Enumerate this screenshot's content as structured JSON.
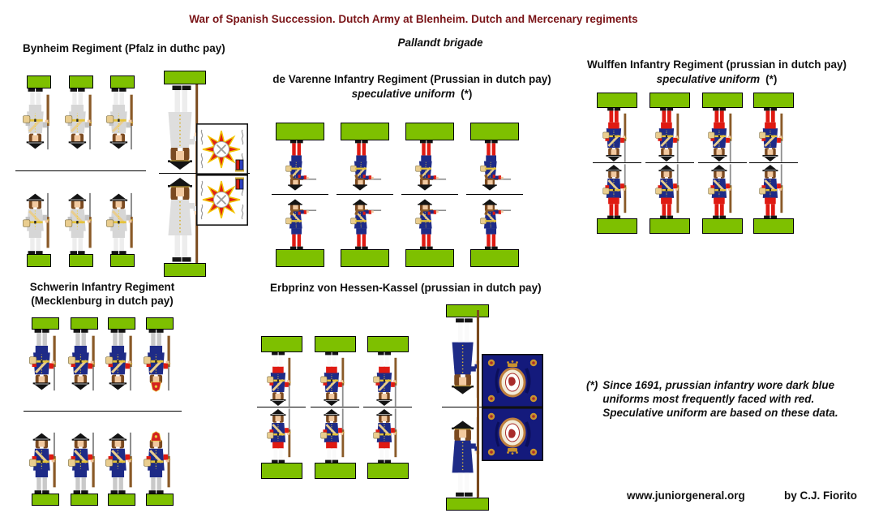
{
  "header": {
    "title": "War of Spanish Succession. Dutch Army at Blenheim. Dutch and Mercenary regiments",
    "title_color": "#7A1518",
    "subtitle": "Pallandt brigade"
  },
  "regiments": {
    "bynheim": {
      "name": "Bynheim Regiment (Pfalz in duthc pay)",
      "figure_count": 4,
      "has_flag_bearer": true,
      "colors": {
        "coat": "#D6D6D6",
        "facing": "#C4C4C4",
        "breeches": "#D6D6D6",
        "stockings": "#EDEDED",
        "bag": "#E9CD8F",
        "officer_coat": "#DEDEDE",
        "officer_stockings": "#EDEDED"
      }
    },
    "devarenne": {
      "name": "de Varenne Infantry Regiment (Prussian in dutch pay)",
      "note": "speculative uniform",
      "note_mark": "(*)",
      "figure_count": 4,
      "pose": "firing",
      "colors": {
        "coat": "#1E2B87",
        "facing": "#DF1A12",
        "breeches": "#1E2B87",
        "stockings": "#DF1A12",
        "bag": "#E9CD8F"
      }
    },
    "wulffen": {
      "name": "Wulffen Infantry Regiment (prussian in dutch pay)",
      "note": "speculative uniform",
      "note_mark": "(*)",
      "figure_count": 4,
      "colors": {
        "coat": "#1E2B87",
        "facing": "#DF1A12",
        "breeches": "#DF1A12",
        "stockings": "#DF1A12",
        "bag": "#E9CD8F"
      }
    },
    "schwerin": {
      "name_line1": "Schwerin Infantry Regiment",
      "name_line2": "(Mecklenburg in dutch pay)",
      "figure_count": 4,
      "has_grenadier": true,
      "colors": {
        "coat": "#1E2B87",
        "facing": "#DF1A12",
        "breeches": "#1E2B87",
        "stockings": "#C9C9C9",
        "bag": "#E9CD8F",
        "mitre": "#D42020"
      }
    },
    "erbprinz": {
      "name": "Erbprinz von Hessen-Kassel (prussian in dutch pay)",
      "figure_count": 4,
      "has_flag_bearer": true,
      "colors": {
        "coat": "#1E2B87",
        "facing": "#DF1A12",
        "breeches": "#DF1A12",
        "stockings": "#FAFAFA",
        "bag": "#E9CD8F"
      }
    }
  },
  "flags": {
    "pfalz": {
      "field": "#FFFFFF",
      "ray": "#E02412",
      "ray_edge": "#F2C500",
      "swords": "#9B9B9B",
      "shield_blue": "#2B3FBF",
      "shield_red": "#D22010"
    },
    "hessen": {
      "field": "#141A7C",
      "oval": "#F2ECD9",
      "wreath": "#BE7F3E",
      "emblem": "#A82B2B",
      "ornament": "#C8922E"
    }
  },
  "shared": {
    "base_green": "#7EC000",
    "musket_wood": "#8A5A28",
    "hair_brown": "#7B4A21"
  },
  "footnote": {
    "mark": "(*)",
    "line1": "Since 1691, prussian infantry wore dark blue",
    "line2": "uniforms most frequently faced with red.",
    "line3": "Speculative uniform are based on these data."
  },
  "footer": {
    "website": "www.juniorgeneral.org",
    "credit": "by C.J. Fiorito"
  }
}
